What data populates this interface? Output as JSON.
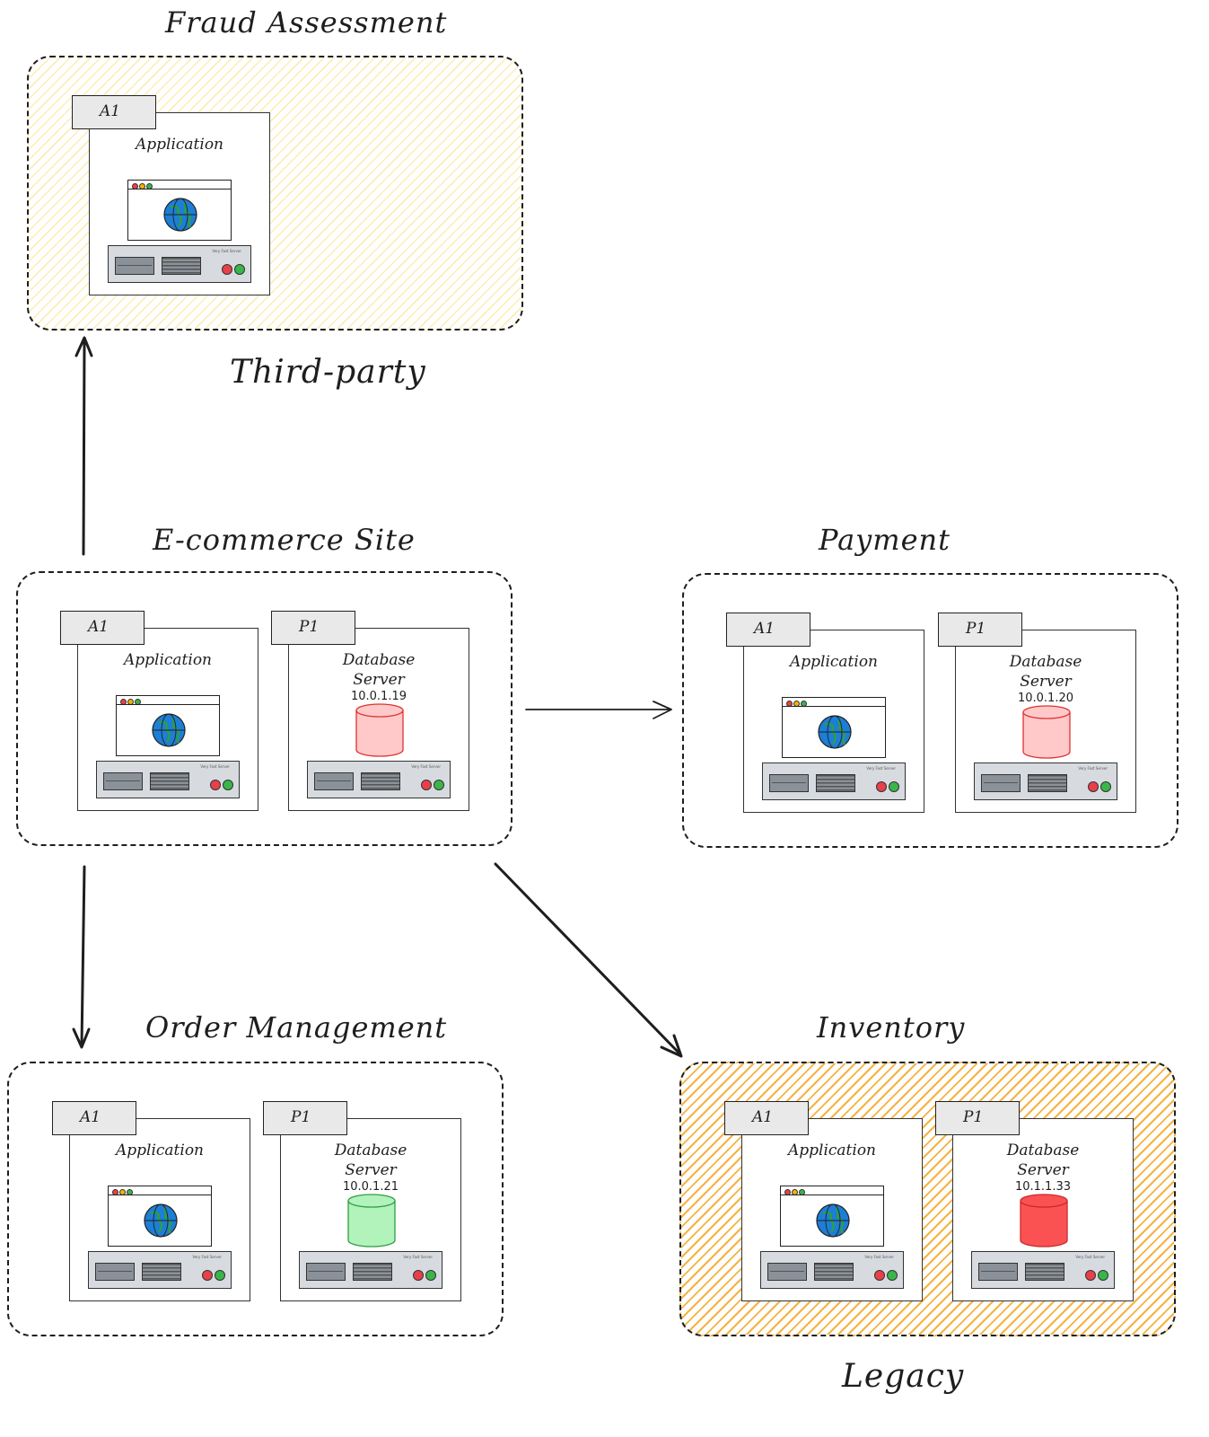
{
  "groups": {
    "fraud": {
      "title": "Fraud Assessment",
      "subtitle": "Third-party",
      "app": {
        "tag": "A1",
        "label": "Application"
      }
    },
    "ecommerce": {
      "title": "E-commerce Site",
      "app": {
        "tag": "A1",
        "label": "Application"
      },
      "db": {
        "tag": "P1",
        "line1": "Database",
        "line2": "Server",
        "ip": "10.0.1.19"
      }
    },
    "payment": {
      "title": "Payment",
      "app": {
        "tag": "A1",
        "label": "Application"
      },
      "db": {
        "tag": "P1",
        "line1": "Database",
        "line2": "Server",
        "ip": "10.0.1.20"
      }
    },
    "order": {
      "title": "Order Management",
      "app": {
        "tag": "A1",
        "label": "Application"
      },
      "db": {
        "tag": "P1",
        "line1": "Database",
        "line2": "Server",
        "ip": "10.0.1.21"
      }
    },
    "inventory": {
      "title": "Inventory",
      "subtitle": "Legacy",
      "app": {
        "tag": "A1",
        "label": "Application"
      },
      "db": {
        "tag": "P1",
        "line1": "Database",
        "line2": "Server",
        "ip": "10.1.1.33"
      }
    }
  },
  "server_label": "Very Fast Server",
  "colors": {
    "hatch_light": "#fad75a",
    "hatch_strong": "#f4a51e",
    "db_pink": "#ffc9c9",
    "db_green": "#b2f2bb",
    "db_red": "#fa5252",
    "led_red": "#e8404a",
    "led_green": "#3ab54a"
  },
  "icons": [
    "globe-icon",
    "browser-window-icon",
    "database-cylinder-icon",
    "server-rack-icon"
  ]
}
